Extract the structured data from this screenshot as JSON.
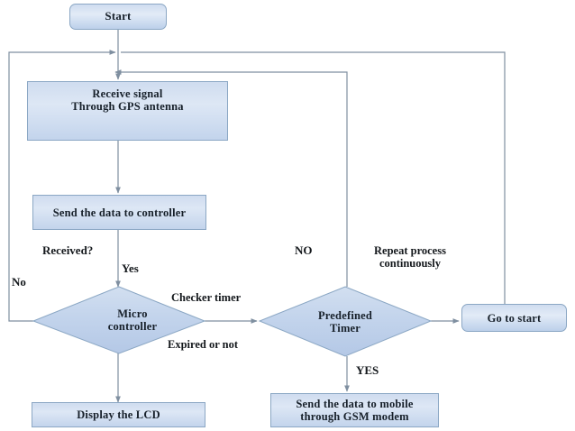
{
  "diagram": {
    "title": "GPS/GSM tracking system flowchart",
    "type": "flowchart",
    "colors": {
      "node_fill_light": "#dde7f5",
      "node_fill_mid": "#cfdcef",
      "node_fill_dark": "#bcd0ea",
      "node_stroke": "#8ba7c4",
      "edge_stroke": "#7f8fa0",
      "text": "#17202a",
      "background": "#ffffff"
    },
    "nodes": [
      {
        "id": "start",
        "shape": "terminator",
        "label": "Start"
      },
      {
        "id": "receive",
        "shape": "process",
        "label": "Receive signal\nThrough GPS antenna"
      },
      {
        "id": "send",
        "shape": "process",
        "label": "Send the data to controller"
      },
      {
        "id": "micro",
        "shape": "decision",
        "label": "Micro\ncontroller"
      },
      {
        "id": "lcd",
        "shape": "process",
        "label": "Display the LCD"
      },
      {
        "id": "timer",
        "shape": "decision",
        "label": "Predefined\nTimer"
      },
      {
        "id": "gsm",
        "shape": "process",
        "label": "Send the data to mobile\nthrough GSM modem"
      },
      {
        "id": "goto",
        "shape": "terminator",
        "label": "Go to start"
      }
    ],
    "edge_labels": [
      {
        "id": "received",
        "label": "Received?"
      },
      {
        "id": "yes",
        "label": "Yes"
      },
      {
        "id": "no-left",
        "label": "No"
      },
      {
        "id": "checker",
        "label": "Checker timer"
      },
      {
        "id": "expired",
        "label": "Expired or not"
      },
      {
        "id": "no-upper",
        "label": "NO"
      },
      {
        "id": "repeat",
        "label": "Repeat process\ncontinuously"
      },
      {
        "id": "yes-upper",
        "label": "YES"
      }
    ]
  }
}
